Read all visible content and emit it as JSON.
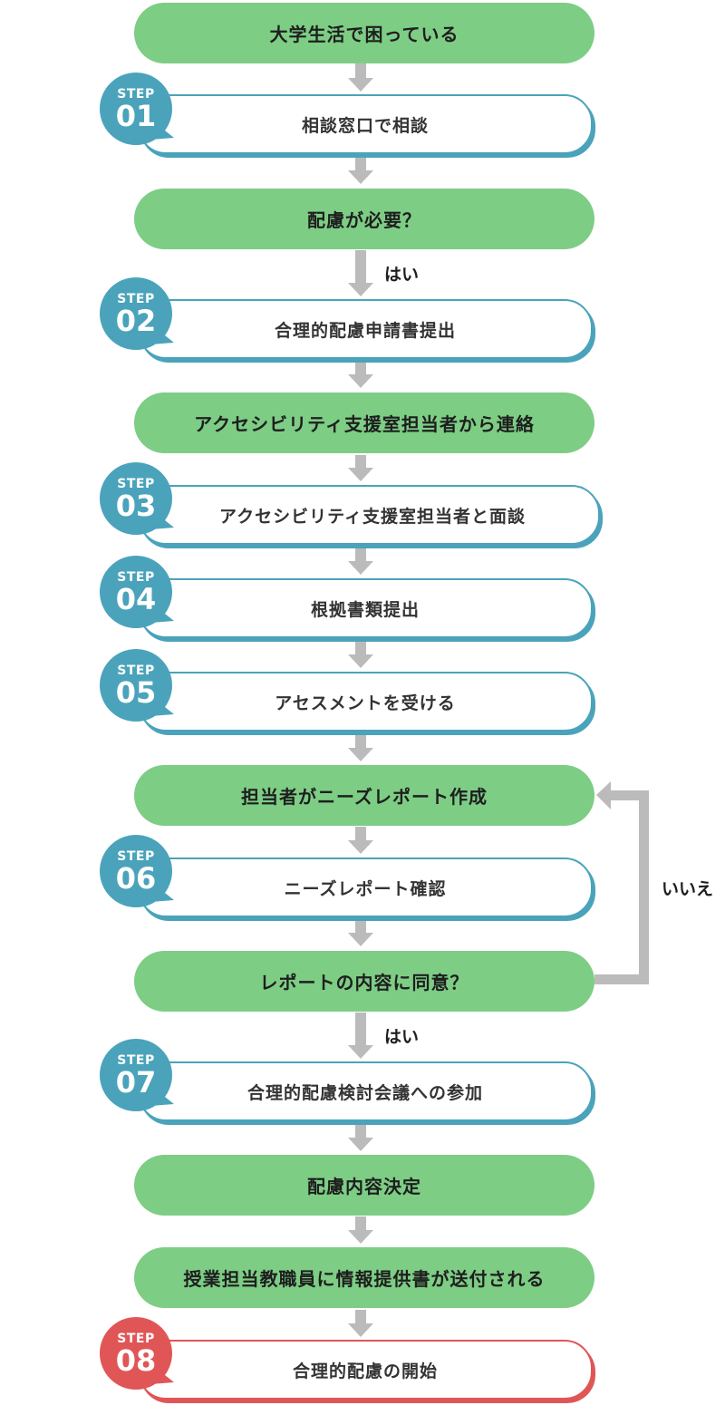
{
  "flow": {
    "n1": "大学生活で困っている",
    "s1": "相談窓口で相談",
    "n2": "配慮が必要？",
    "yes1": "はい",
    "s2": "合理的配慮申請書提出",
    "n3": "アクセシビリティ支援室担当者から連絡",
    "s3": "アクセシビリティ支援室担当者と面談",
    "s4": "根拠書類提出",
    "s5": "アセスメントを受ける",
    "n4": "担当者がニーズレポート作成",
    "s6": "ニーズレポート確認",
    "n5": "レポートの内容に同意？",
    "no": "いいえ",
    "yes2": "はい",
    "s7": "合理的配慮検討会議への参加",
    "n6": "配慮内容決定",
    "n7": "授業担当教職員に情報提供書が送付される",
    "s8": "合理的配慮の開始"
  },
  "badges": {
    "label": "STEP",
    "b1": "01",
    "b2": "02",
    "b3": "03",
    "b4": "04",
    "b5": "05",
    "b6": "06",
    "b7": "07",
    "b8": "08"
  },
  "colors": {
    "green": "#7dcd85",
    "teal": "#4aa3bb",
    "red": "#e05656",
    "arrow": "#bbbbbb"
  }
}
